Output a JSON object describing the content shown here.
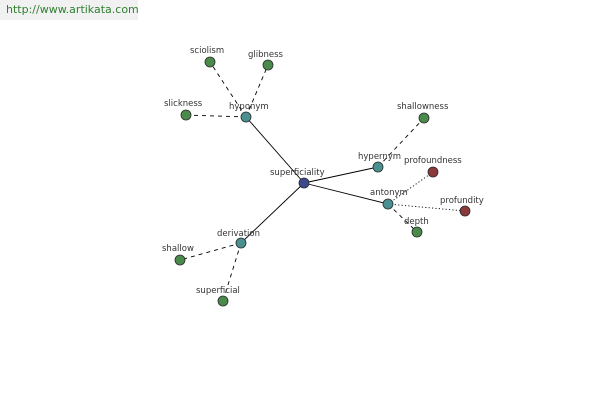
{
  "banner": {
    "text": "http://www.artikata.com"
  },
  "colors": {
    "center": "#3a4a8c",
    "relation": "#4a9090",
    "green": "#4a8a4a",
    "red": "#8a3a3a"
  },
  "graph": {
    "nodes": [
      {
        "id": "superficiality",
        "label": "superficiality",
        "kind": "center"
      },
      {
        "id": "hyponym",
        "label": "hyponym",
        "kind": "relation"
      },
      {
        "id": "hypernym",
        "label": "hypernym",
        "kind": "relation"
      },
      {
        "id": "antonym",
        "label": "antonym",
        "kind": "relation"
      },
      {
        "id": "derivation",
        "label": "derivation",
        "kind": "relation"
      },
      {
        "id": "sciolism",
        "label": "sciolism",
        "kind": "green"
      },
      {
        "id": "glibness",
        "label": "glibness",
        "kind": "green"
      },
      {
        "id": "slickness",
        "label": "slickness",
        "kind": "green"
      },
      {
        "id": "shallowness",
        "label": "shallowness",
        "kind": "green"
      },
      {
        "id": "profoundness",
        "label": "profoundness",
        "kind": "red"
      },
      {
        "id": "profundity",
        "label": "profundity",
        "kind": "red"
      },
      {
        "id": "depth",
        "label": "depth",
        "kind": "green"
      },
      {
        "id": "shallow",
        "label": "shallow",
        "kind": "green"
      },
      {
        "id": "superficial",
        "label": "superficial",
        "kind": "green"
      }
    ],
    "edges": [
      {
        "from": "superficiality",
        "to": "hyponym",
        "style": "solid"
      },
      {
        "from": "superficiality",
        "to": "hypernym",
        "style": "solid"
      },
      {
        "from": "superficiality",
        "to": "antonym",
        "style": "solid"
      },
      {
        "from": "superficiality",
        "to": "derivation",
        "style": "solid"
      },
      {
        "from": "hyponym",
        "to": "sciolism",
        "style": "dashed"
      },
      {
        "from": "hyponym",
        "to": "glibness",
        "style": "dashed"
      },
      {
        "from": "hyponym",
        "to": "slickness",
        "style": "dashed"
      },
      {
        "from": "hypernym",
        "to": "shallowness",
        "style": "dashed"
      },
      {
        "from": "antonym",
        "to": "profoundness",
        "style": "dotted"
      },
      {
        "from": "antonym",
        "to": "profundity",
        "style": "dotted"
      },
      {
        "from": "antonym",
        "to": "depth",
        "style": "dashed"
      },
      {
        "from": "derivation",
        "to": "shallow",
        "style": "dashed"
      },
      {
        "from": "derivation",
        "to": "superficial",
        "style": "dashed"
      }
    ]
  }
}
